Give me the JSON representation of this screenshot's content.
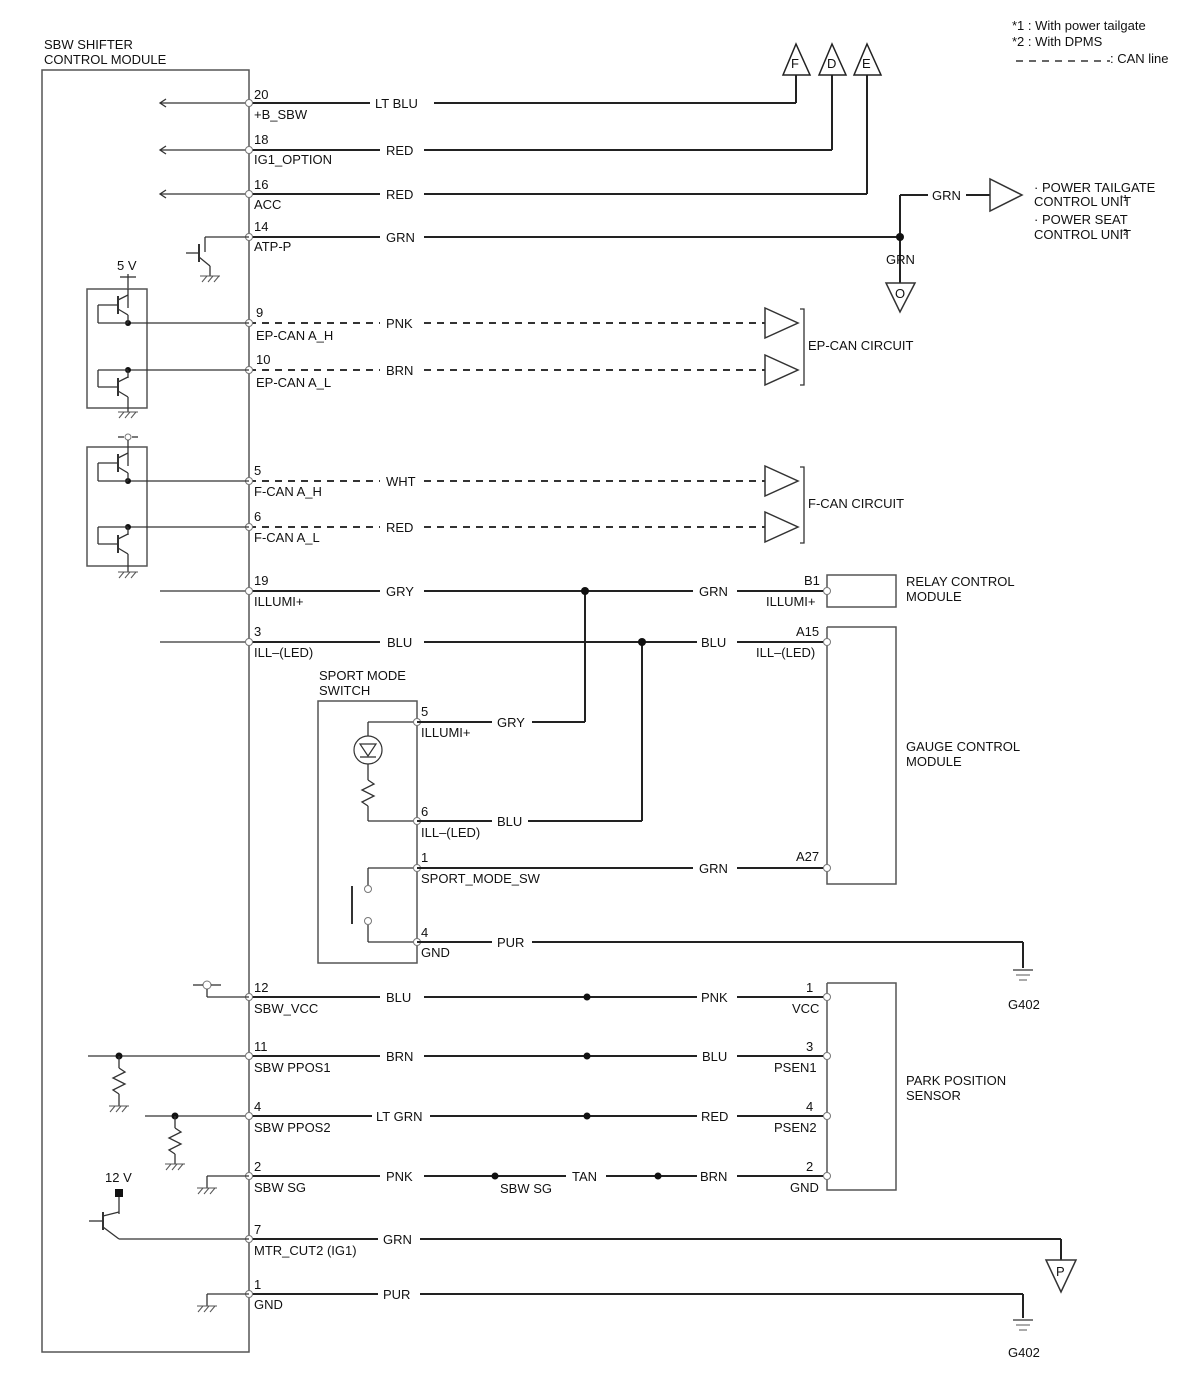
{
  "legend": {
    "note1": "*1 : With power tailgate",
    "note2": "*2 : With DPMS",
    "can": ": CAN line"
  },
  "module": {
    "line1": "SBW SHIFTER",
    "line2": "CONTROL MODULE"
  },
  "pins": [
    {
      "num": "20",
      "name": "+B_SBW",
      "color": "LT BLU"
    },
    {
      "num": "18",
      "name": "IG1_OPTION",
      "color": "RED"
    },
    {
      "num": "16",
      "name": "ACC",
      "color": "RED"
    },
    {
      "num": "14",
      "name": "ATP-P",
      "color": "GRN"
    },
    {
      "num": "9",
      "name": "EP-CAN A_H",
      "color": "PNK"
    },
    {
      "num": "10",
      "name": "EP-CAN A_L",
      "color": "BRN"
    },
    {
      "num": "5",
      "name": "F-CAN A_H",
      "color": "WHT"
    },
    {
      "num": "6",
      "name": "F-CAN A_L",
      "color": "RED"
    },
    {
      "num": "19",
      "name": "ILLUMI+",
      "color": "GRY"
    },
    {
      "num": "3",
      "name": "ILL–(LED)",
      "color": "BLU"
    },
    {
      "num": "12",
      "name": "SBW_VCC",
      "color": "BLU"
    },
    {
      "num": "11",
      "name": "SBW PPOS1",
      "color": "BRN"
    },
    {
      "num": "4",
      "name": "SBW PPOS2",
      "color": "LT GRN"
    },
    {
      "num": "2",
      "name": "SBW SG",
      "color": "PNK"
    },
    {
      "num": "7",
      "name": "MTR_CUT2 (IG1)",
      "color": "GRN"
    },
    {
      "num": "1",
      "name": "GND",
      "color": "PUR"
    }
  ],
  "connectors": {
    "F": "F",
    "D": "D",
    "E": "E",
    "O": "O",
    "P": "P"
  },
  "supply": {
    "v5": "5 V",
    "v12": "12 V"
  },
  "tailgate": {
    "wire": "GRN",
    "wire_down": "GRN",
    "l1": "· POWER TAILGATE",
    "l2": "CONTROL UNIT",
    "s1": "*1",
    "l3": "· POWER SEAT",
    "l4": "CONTROL UNIT",
    "s2": "*2"
  },
  "can_circuits": {
    "ep": "EP-CAN CIRCUIT",
    "f": "F-CAN CIRCUIT"
  },
  "relay": {
    "wire": "GRN",
    "pin": "B1",
    "pin_name": "ILLUMI+",
    "l1": "RELAY CONTROL",
    "l2": "MODULE"
  },
  "gauge": {
    "wire1": "BLU",
    "pin1": "A15",
    "pin1_name": "ILL–(LED)",
    "wire2": "GRN",
    "pin2": "A27",
    "l1": "GAUGE CONTROL",
    "l2": "MODULE"
  },
  "sport": {
    "l1": "SPORT MODE",
    "l2": "SWITCH",
    "pins": [
      {
        "num": "5",
        "name": "ILLUMI+",
        "color": "GRY"
      },
      {
        "num": "6",
        "name": "ILL–(LED)",
        "color": "BLU"
      },
      {
        "num": "1",
        "name": "SPORT_MODE_SW",
        "color": ""
      },
      {
        "num": "4",
        "name": "GND",
        "color": "PUR"
      }
    ]
  },
  "pps": {
    "l1": "PARK POSITION",
    "l2": "SENSOR",
    "pins": [
      {
        "num": "1",
        "name": "VCC",
        "color": "PNK"
      },
      {
        "num": "3",
        "name": "PSEN1",
        "color": "BLU"
      },
      {
        "num": "4",
        "name": "PSEN2",
        "color": "RED"
      },
      {
        "num": "2",
        "name": "GND",
        "color": "BRN"
      }
    ],
    "tan": "TAN",
    "splice": "SBW SG"
  },
  "grounds": {
    "g1": "G402",
    "g2": "G402"
  }
}
